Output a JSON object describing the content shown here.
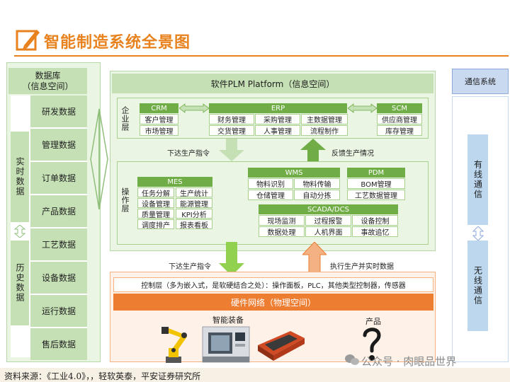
{
  "header": {
    "title": "智能制造系统全景图"
  },
  "database": {
    "title": "数据库\n（信息空间）",
    "realtime_label": "实时数据",
    "history_label": "历史数据",
    "items": [
      "研发数据",
      "管理数据",
      "订单数据",
      "产品数据",
      "工艺数据",
      "设备数据",
      "运行数据",
      "售后数据"
    ]
  },
  "plm": {
    "title": "软件PLM Platform（信息空间）",
    "enterprise_label": "企业层",
    "operation_label": "操作层",
    "crm": {
      "name": "CRM",
      "items": [
        "客户管理",
        "市场管理"
      ]
    },
    "erp": {
      "name": "ERP",
      "items": [
        "财务管理",
        "采购管理",
        "主数据管理",
        "交货管理",
        "人事管理",
        "流程制作"
      ]
    },
    "scm": {
      "name": "SCM",
      "items": [
        "供应商管理",
        "库存管理"
      ]
    },
    "mes": {
      "name": "MES",
      "items": [
        "任务分解",
        "生产统计",
        "设备管理",
        "能源管理",
        "质量管理",
        "KPI分析",
        "调度排产",
        "报表看板"
      ]
    },
    "wms": {
      "name": "WMS",
      "items": [
        "物料识别",
        "物料传输",
        "仓储管理",
        "自动分拣"
      ]
    },
    "pdm": {
      "name": "PDM",
      "items": [
        "BOM管理",
        "工艺数据管理"
      ]
    },
    "scada": {
      "name": "SCADA/DCS",
      "items": [
        "现场监测",
        "过程报警",
        "设备控制",
        "数据处理",
        "人机界面",
        "事故追忆"
      ]
    },
    "down_label": "下达生产指令",
    "up_label": "反馈生产情况"
  },
  "flows": {
    "down_label": "下达生产指令",
    "up_label": "执行生产并实时数据"
  },
  "physical": {
    "control_layer": "控制层（多为嵌入式，是软硬结合之处）：操作面板，PLC，其他类型控制器，传感器",
    "hardware_title": "硬件网络（物理空间）",
    "equipment_label": "智能装备",
    "product_label": "产品"
  },
  "comm": {
    "title": "通信系统",
    "wired": "有线通信",
    "wireless": "无线通信"
  },
  "footer": {
    "source": "资料来源：《工业4.0》，，轻软英泰，平安证券研究所",
    "watermark": "公众号 · 肉眼品世界"
  },
  "colors": {
    "accent": "#e8821e",
    "green": "#70ad47",
    "light_green": "#c5e0b4",
    "orange": "#ed7d31",
    "blue": "#bdd7ee"
  },
  "icons": [
    "logo-pencil-icon",
    "double-arrow-icon",
    "arrow-down-icon",
    "arrow-up-icon",
    "robot-arm-image",
    "cnc-machine-image",
    "machine-tool-image",
    "question-mark-icon",
    "wechat-icon"
  ]
}
